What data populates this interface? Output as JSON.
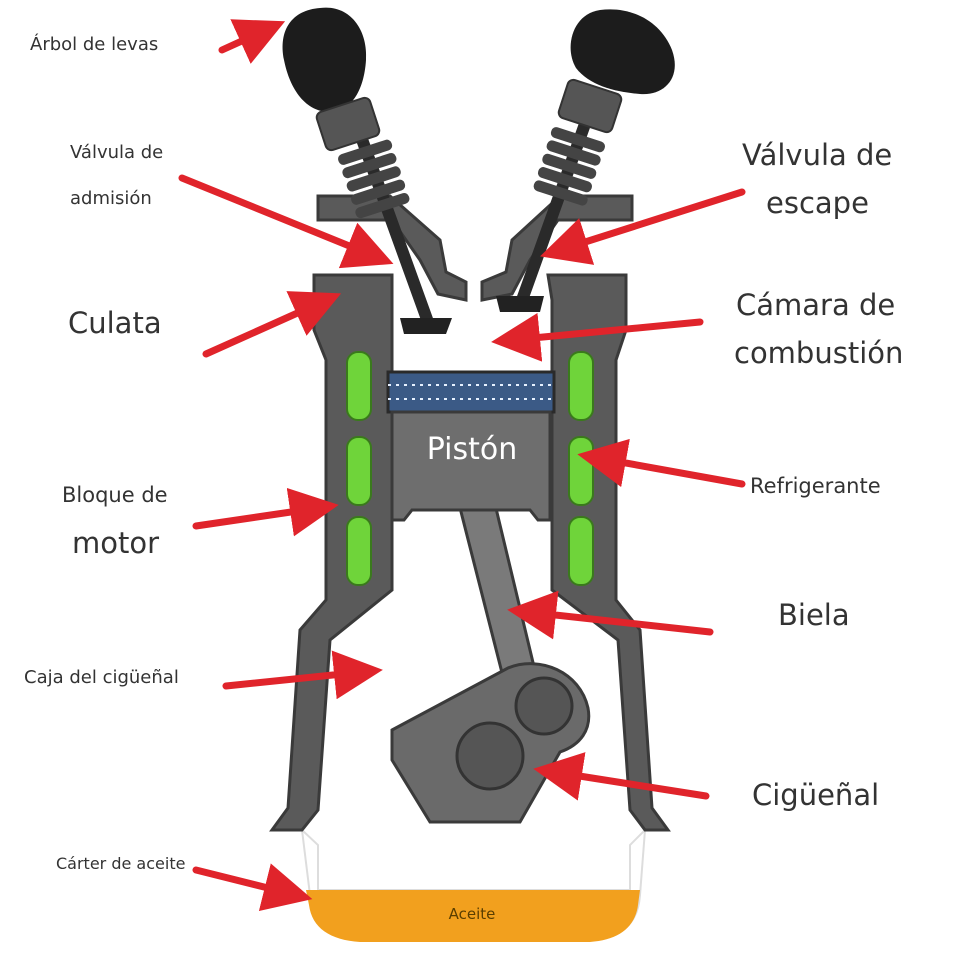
{
  "diagram": {
    "labels": {
      "camshaft": "Árbol de levas",
      "intake_valve_1": "Válvula de",
      "intake_valve_2": "admisión",
      "exhaust_valve_1": "Válvula de",
      "exhaust_valve_2": "escape",
      "cylinder_head": "Culata",
      "combustion_chamber_1": "Cámara de",
      "combustion_chamber_2": "combustión",
      "piston": "Pistón",
      "coolant": "Refrigerante",
      "engine_block_1": "Bloque de",
      "engine_block_2": "motor",
      "connecting_rod": "Biela",
      "crankcase": "Caja del cigüeñal",
      "crankshaft": "Cigüeñal",
      "oil_pan": "Cárter de aceite",
      "oil": "Aceite"
    },
    "colors": {
      "arrow": "#e0242b",
      "block": "#5a5a5a",
      "coolant": "#6fd43a",
      "oil": "#f2a01e",
      "piston": "#6e6e6e",
      "cam": "#1c1c1c"
    }
  }
}
